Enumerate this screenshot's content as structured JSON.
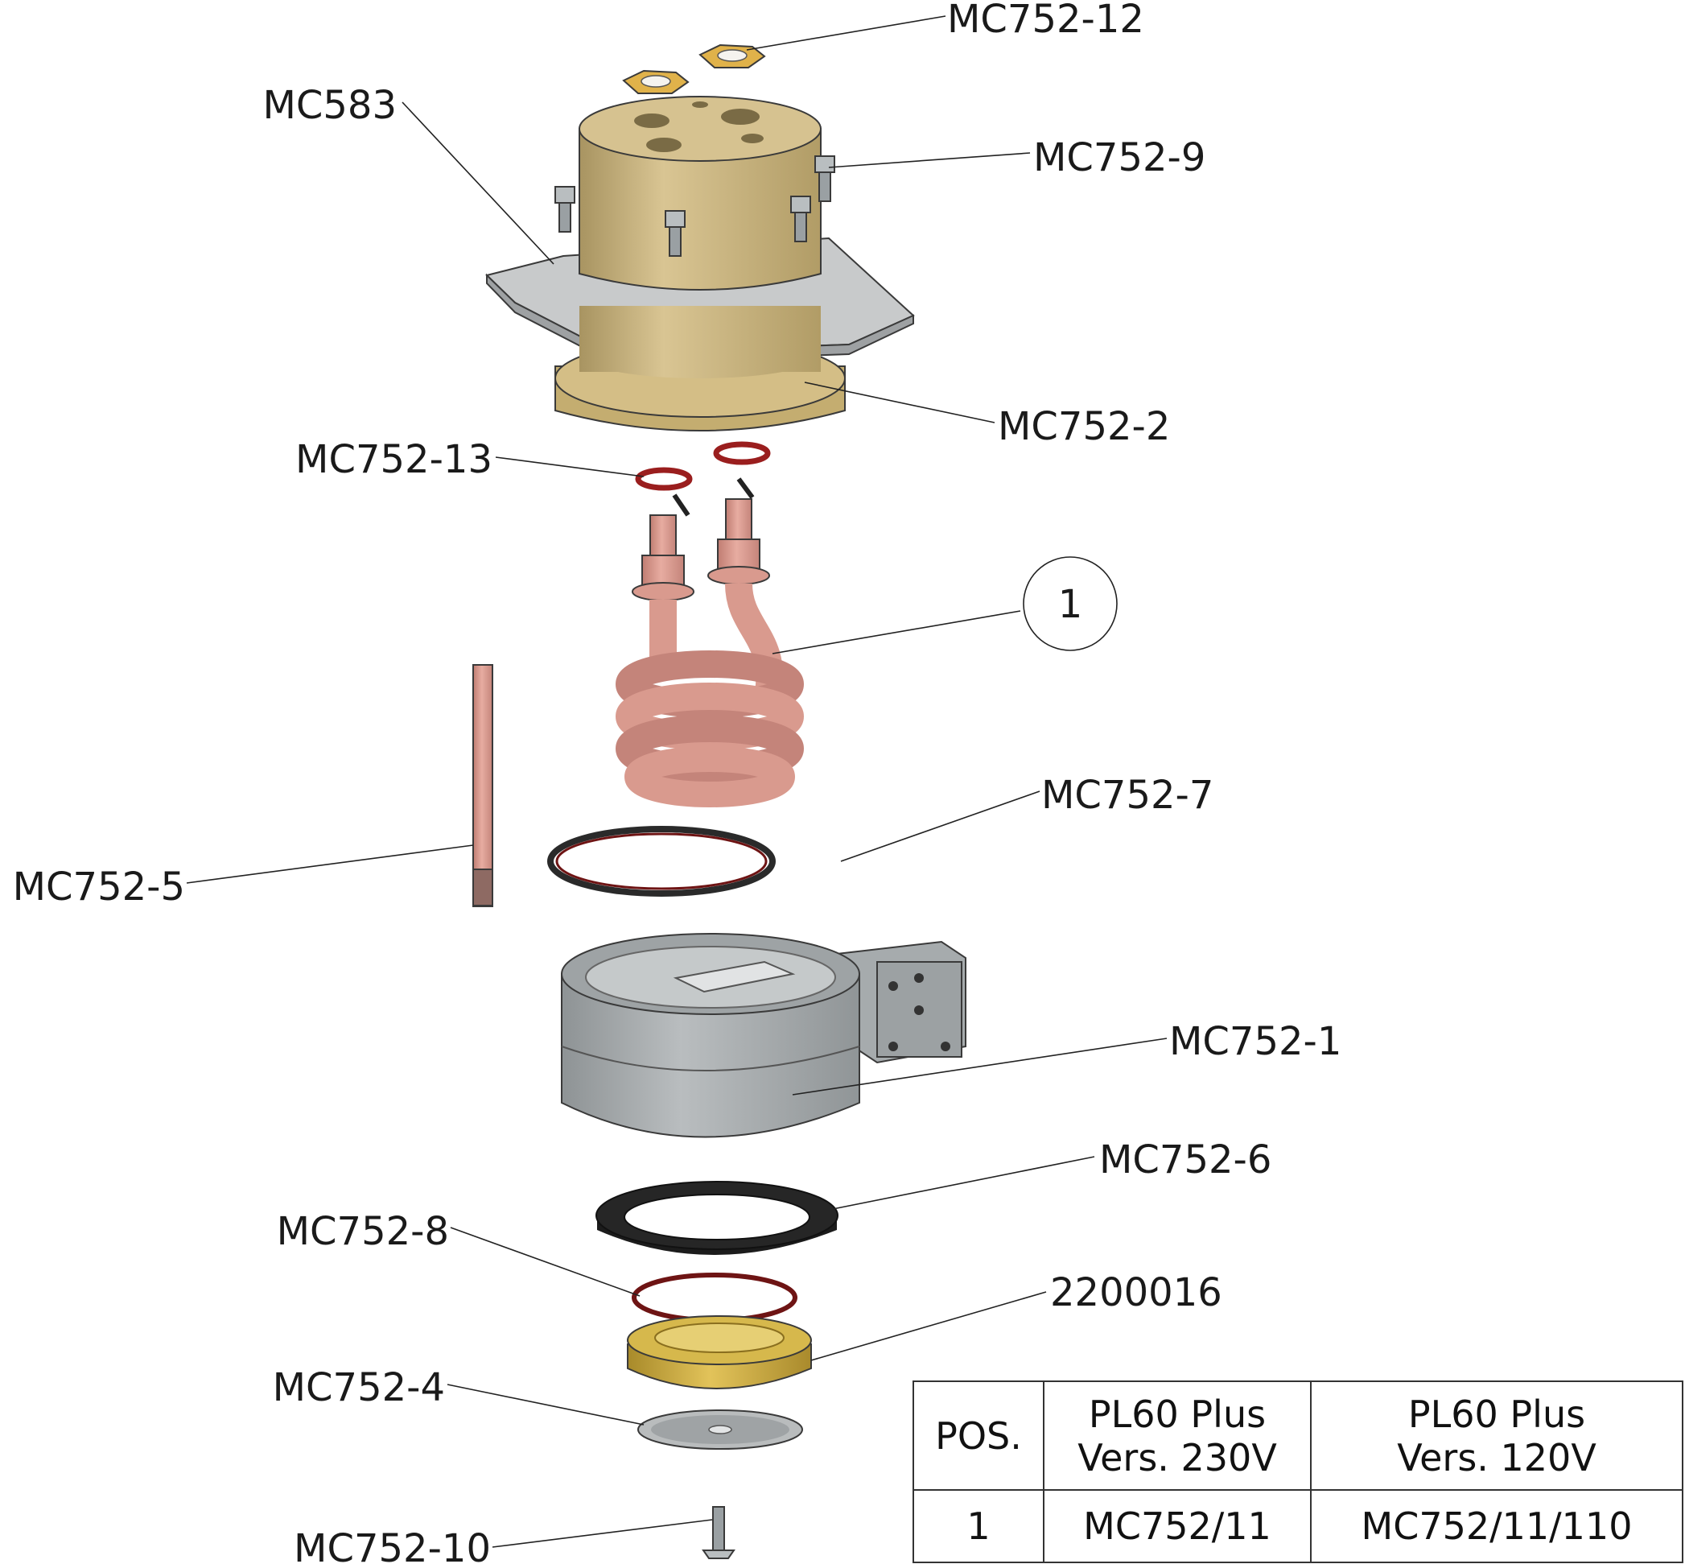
{
  "labels": {
    "mc752_12": "MC752-12",
    "mc583": "MC583",
    "mc752_9": "MC752-9",
    "mc752_2": "MC752-2",
    "mc752_13": "MC752-13",
    "balloon_1": "1",
    "mc752_7": "MC752-7",
    "mc752_5": "MC752-5",
    "mc752_1": "MC752-1",
    "mc752_6": "MC752-6",
    "mc752_8": "MC752-8",
    "p2200016": "2200016",
    "mc752_4": "MC752-4",
    "mc752_10": "MC752-10"
  },
  "table": {
    "header": {
      "pos": "POS.",
      "col230_line1": "PL60 Plus",
      "col230_line2": "Vers. 230V",
      "col120_line1": "PL60 Plus",
      "col120_line2": "Vers. 120V"
    },
    "rows": [
      {
        "pos": "1",
        "v230": "MC752/11",
        "v120": "MC752/11/110"
      }
    ]
  },
  "colors": {
    "brass": "#c9b37a",
    "copper": "#d99a8e",
    "steel": "#a9aeb0",
    "rubber": "#1c1c1c",
    "oring_red": "#9a1e1e",
    "plate": "#c8cacb"
  }
}
